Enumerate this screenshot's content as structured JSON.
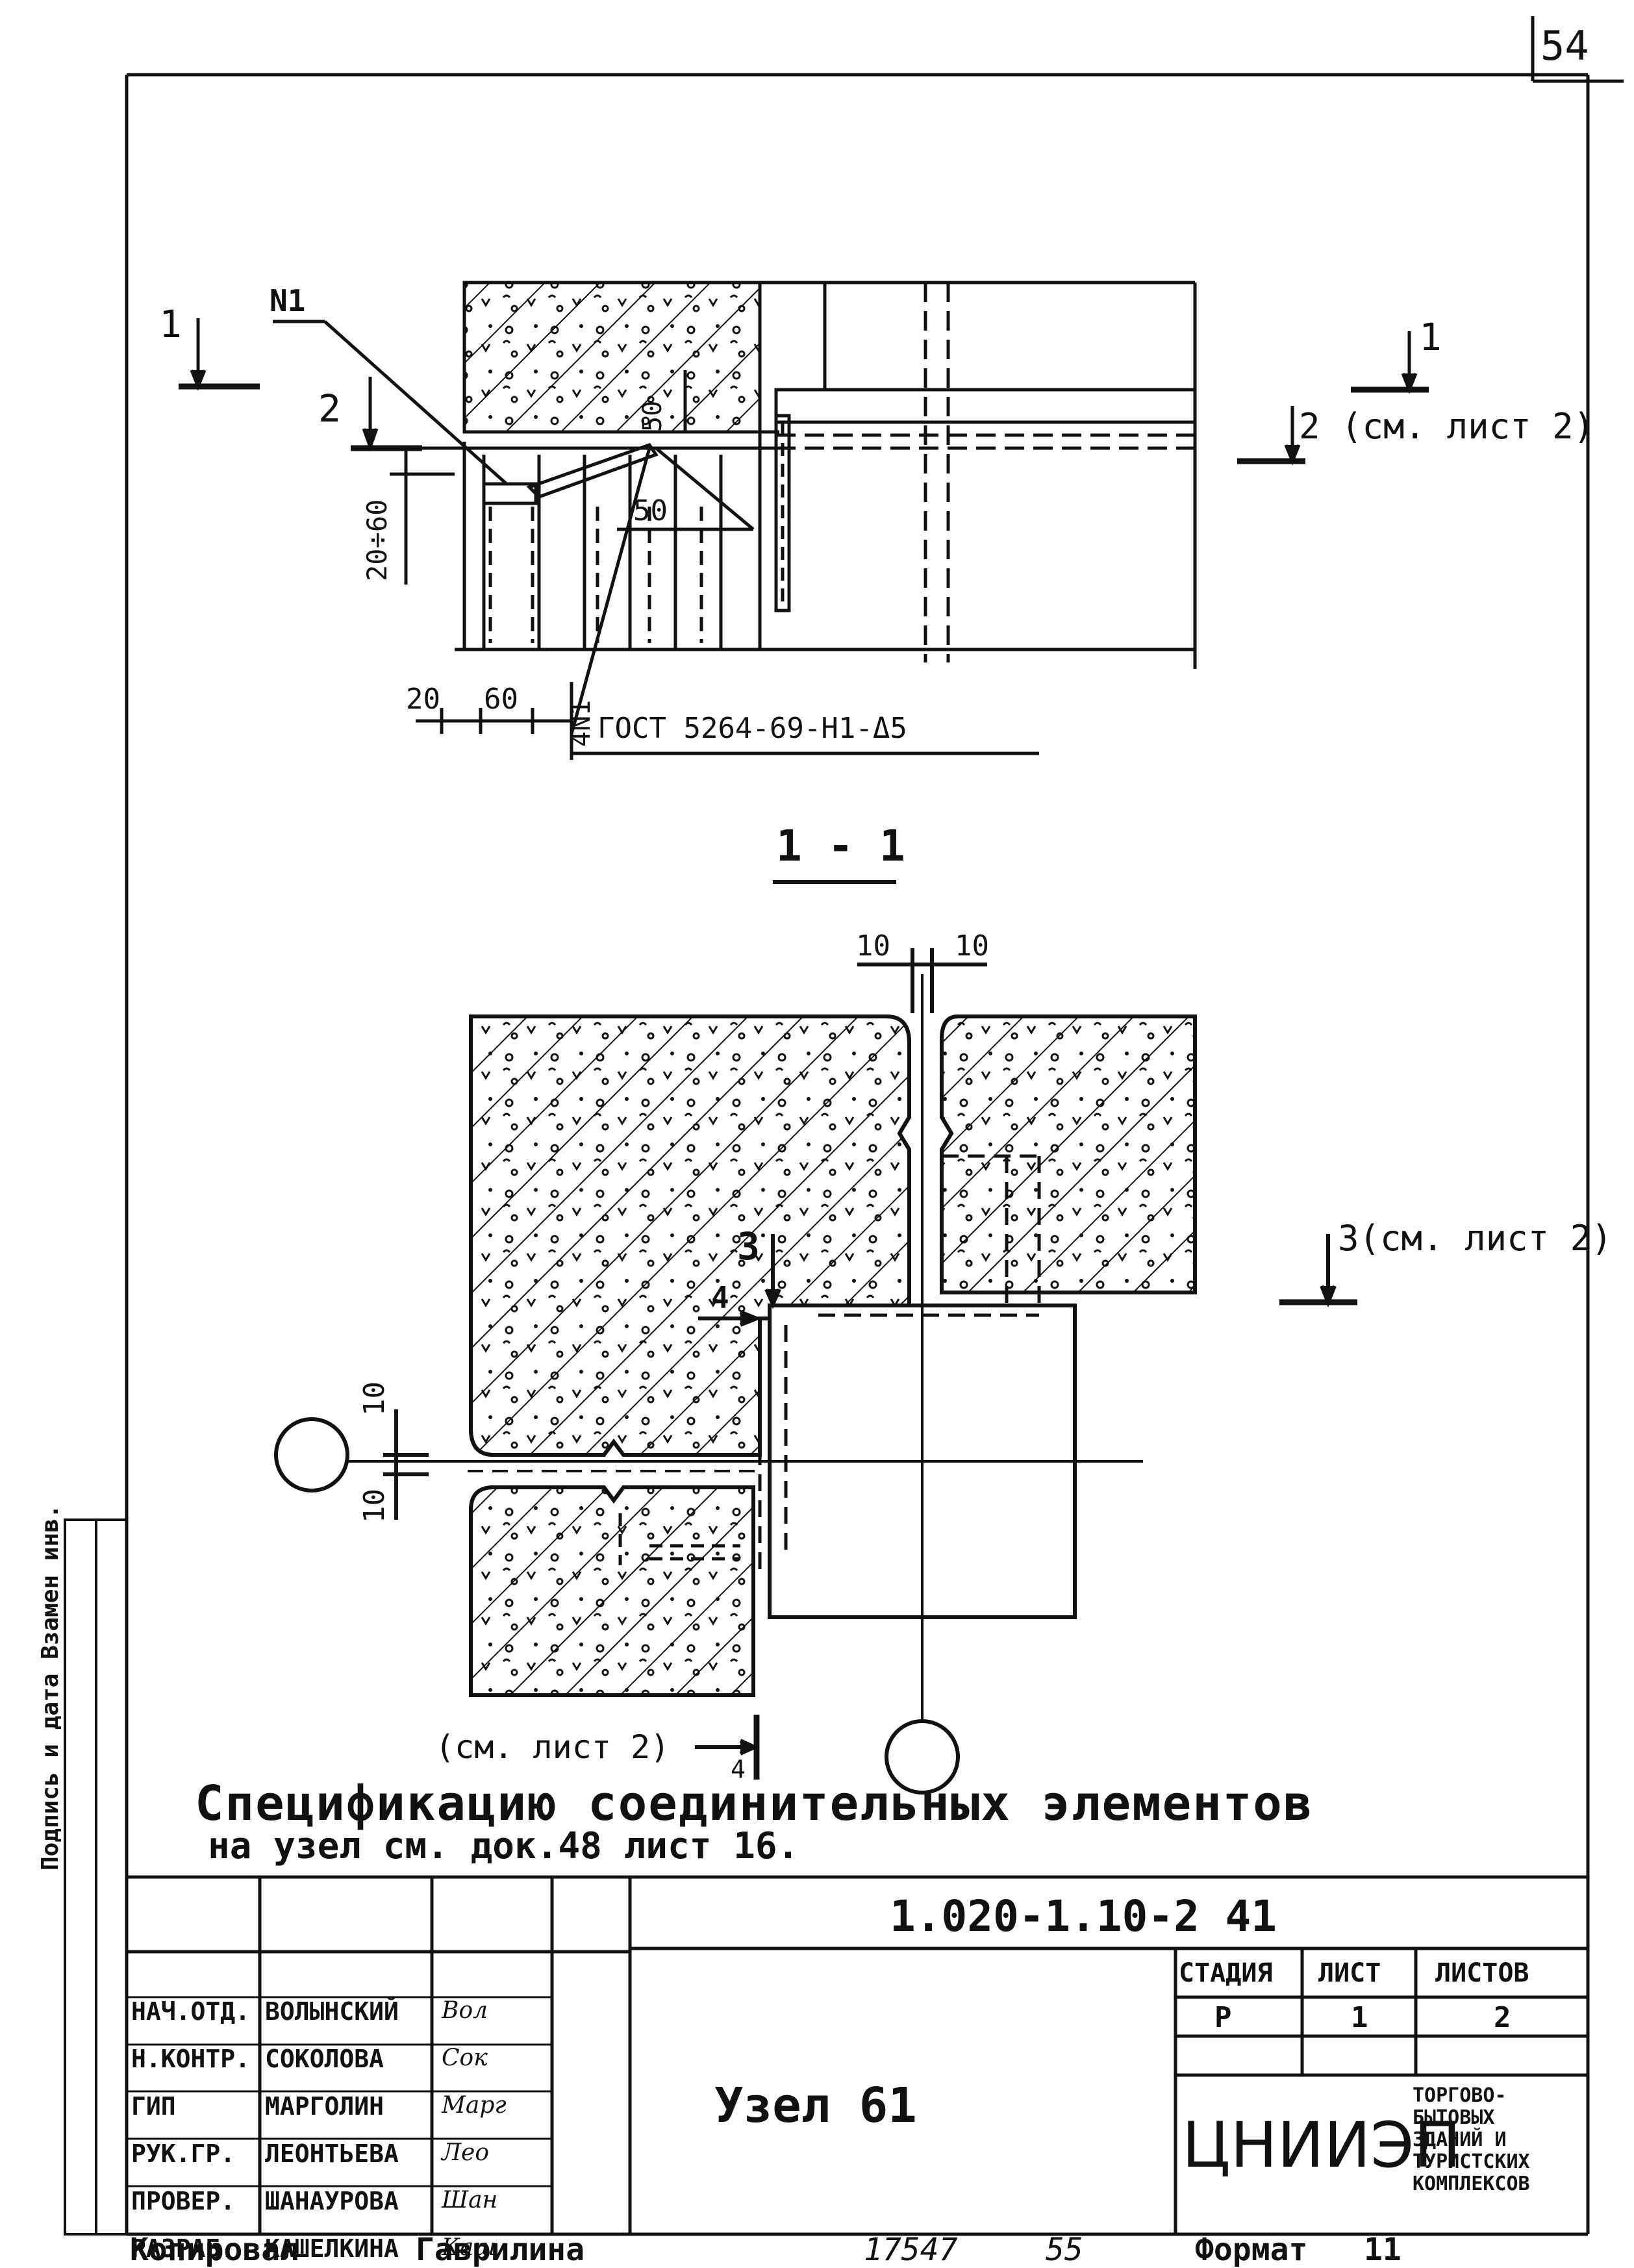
{
  "sheet_number": "54",
  "detail": {
    "mark_n1": "N1",
    "section_1_left": "1",
    "section_1_right": "1",
    "section_2_left": "2",
    "section_2_right": "2 (см. лист 2)",
    "dim_50_top": "50",
    "dim_50_side": "50",
    "dim_20_60_vert": "20÷60",
    "dim_20": "20",
    "dim_60": "60",
    "weld_mark": "4N1",
    "gost": "ГОСТ 5264-69-Н1-Δ5"
  },
  "section": {
    "title": "1 - 1",
    "dim_top_left": "10",
    "dim_top_right": "10",
    "dim_left_top": "10",
    "dim_left_bottom": "10",
    "mark_3": "3",
    "mark_4": "4",
    "section_3_right": "3(см. лист 2)",
    "section_4_left": "(см. лист 2)",
    "section_4_mark": "4"
  },
  "spec_note": {
    "line1": "Спецификацию соединительных элементов",
    "line2": "на узел см. док.48 лист 16."
  },
  "side_stamp": "Подпись и дата   Взамен инв.",
  "title_block": {
    "doc_code": "1.020-1.10-2 41",
    "name": "Узел 61",
    "headers": {
      "stage": "СТАДИЯ",
      "sheet": "ЛИСТ",
      "sheets": "ЛИСТОВ"
    },
    "stage": "Р",
    "sheet": "1",
    "sheets": "2",
    "org": "ЦНИИЭП",
    "org_desc": [
      "ТОРГОВО-",
      "БЫТОВЫХ",
      "ЗДАНИЙ И",
      "ТУРИСТСКИХ",
      "КОМПЛЕКСОВ"
    ],
    "roles": [
      {
        "role": "НАЧ.ОТД.",
        "name": "ВОЛЫНСКИЙ",
        "sig": "Вол"
      },
      {
        "role": "Н.КОНТР.",
        "name": "СОКОЛОВА",
        "sig": "Сок"
      },
      {
        "role": "ГИП",
        "name": "МАРГОЛИН",
        "sig": "Марг"
      },
      {
        "role": "РУК.ГР.",
        "name": "ЛЕОНТЬЕВА",
        "sig": "Лео"
      },
      {
        "role": "ПРОВЕР.",
        "name": "ШАНАУРОВА",
        "sig": "Шан"
      },
      {
        "role": "РАЗРАБ.",
        "name": "КАШЕЛКИНА",
        "sig": "Каш"
      }
    ]
  },
  "footer": {
    "copied": "Копировал",
    "copier": "Гаврилина",
    "inv": "17547",
    "page": "55",
    "format_label": "Формат",
    "format": "11"
  }
}
